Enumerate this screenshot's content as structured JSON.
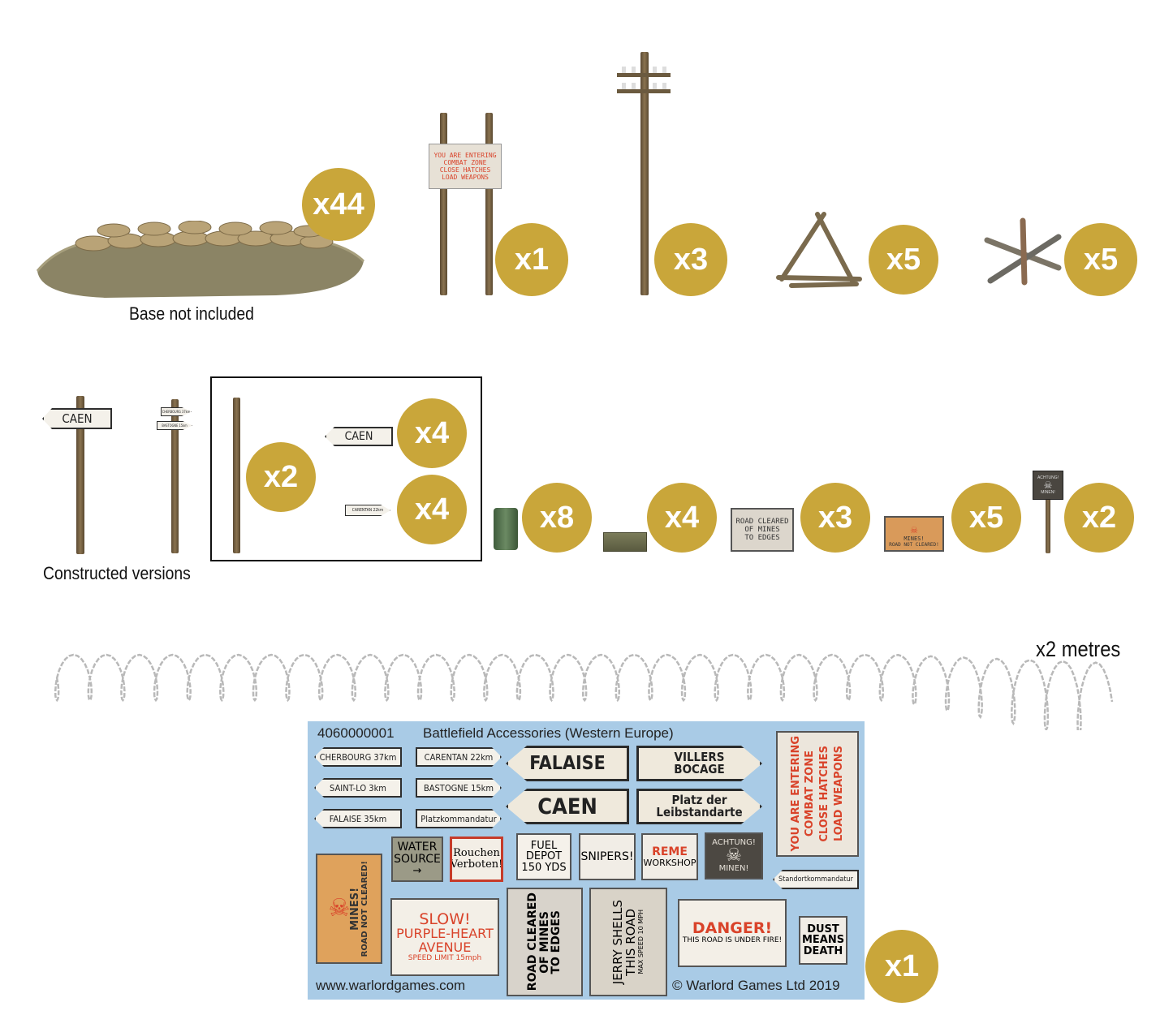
{
  "badges": {
    "sandbags": "x44",
    "entering_sign": "x1",
    "telegraph_pole": "x3",
    "tripod_obstacle": "x5",
    "czech_hedgehog": "x5",
    "signpost_pole": "x2",
    "large_arrow": "x4",
    "small_arrow": "x4",
    "oil_drum": "x8",
    "ammo_crate": "x4",
    "road_cleared_sign": "x3",
    "mines_sign": "x5",
    "achtung_sign": "x2",
    "decal_sheet": "x1"
  },
  "captions": {
    "base_note": "Base not included",
    "constructed": "Constructed versions",
    "wire_length": "x2 metres"
  },
  "miniature_signs": {
    "entering": [
      "YOU ARE ENTERING",
      "COMBAT ZONE",
      "CLOSE HATCHES",
      "LOAD WEAPONS"
    ],
    "caen": "CAEN",
    "cherbourg": "CHERBOURG 37km",
    "bastogne": "BASTOGNE 15km",
    "carentan": "CARENTAN 22km",
    "road_cleared": [
      "ROAD CLEARED",
      "OF MINES",
      "TO EDGES"
    ],
    "mines": [
      "MINES!",
      "ROAD NOT CLEARED!"
    ],
    "achtung": [
      "ACHTUNG!",
      "MINEN!"
    ]
  },
  "sheet": {
    "code": "4060000001",
    "title": "Battlefield Accessories (Western Europe)",
    "website": "www.warlordgames.com",
    "copyright": "© Warlord Games Ltd 2019",
    "small_arrows": [
      "CHERBOURG 37km",
      "CARENTAN 22km",
      "SAINT-LO 3km",
      "BASTOGNE 15km",
      "FALAISE 35km",
      "Platzkommandatur"
    ],
    "large_arrows": {
      "falaise": "FALAISE",
      "villers": [
        "VILLERS",
        "BOCAGE"
      ],
      "caen": "CAEN",
      "platz": [
        "Platz der",
        "Leibstandarte"
      ]
    },
    "entering_sign": [
      "YOU ARE ENTERING",
      "COMBAT ZONE",
      "CLOSE HATCHES",
      "LOAD WEAPONS"
    ],
    "mines_vertical": [
      "MINES!",
      "ROAD NOT CLEARED!"
    ],
    "water": [
      "WATER",
      "SOURCE"
    ],
    "rauchen": [
      "Rouchen",
      "Verboten!"
    ],
    "fuel": [
      "FUEL DEPOT",
      "150 YDS"
    ],
    "snipers": "SNIPERS!",
    "reme": [
      "REME",
      "WORKSHOP"
    ],
    "achtung": [
      "ACHTUNG!",
      "MINEN!"
    ],
    "standort": "Standortkommandatur",
    "slow": [
      "SLOW!",
      "PURPLE-HEART",
      "AVENUE",
      "SPEED LIMIT 15mph"
    ],
    "road_cleared": [
      "ROAD CLEARED",
      "OF MINES",
      "TO EDGES"
    ],
    "jerry": [
      "JERRY SHELLS",
      "THIS ROAD",
      "MAX SPEED 10 MPH"
    ],
    "danger": [
      "DANGER!",
      "THIS ROAD IS UNDER FIRE!"
    ],
    "dust": [
      "DUST",
      "MEANS",
      "DEATH"
    ]
  },
  "colors": {
    "badge": "#c9a63a",
    "sheet_bg": "#a9cbe6",
    "warning_red": "#d9432a"
  }
}
